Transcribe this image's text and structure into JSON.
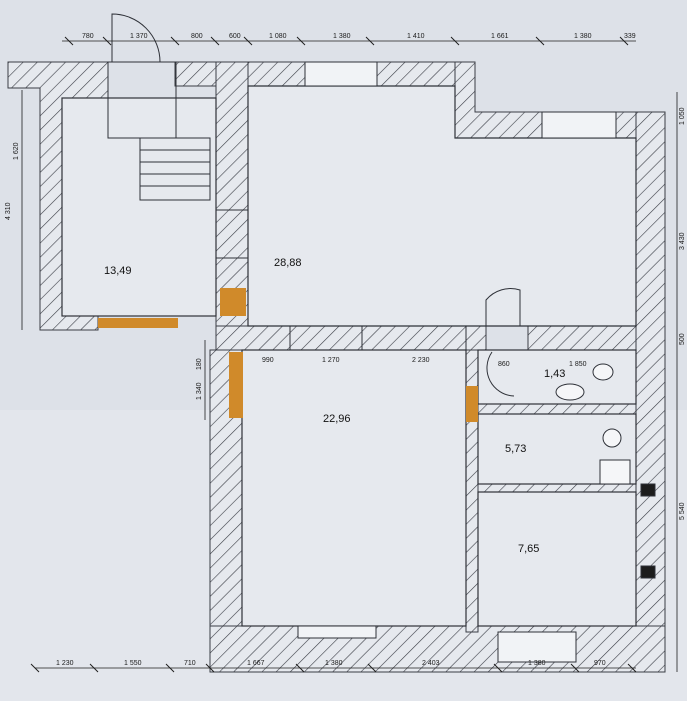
{
  "rooms": [
    {
      "id": "room-a",
      "area": "13,49"
    },
    {
      "id": "room-b",
      "area": "28,88"
    },
    {
      "id": "room-c",
      "area": "22,96"
    },
    {
      "id": "room-d",
      "area": "1,43"
    },
    {
      "id": "room-e",
      "area": "5,73"
    },
    {
      "id": "room-f",
      "area": "7,65"
    }
  ],
  "dims_top": [
    "780",
    "1 370",
    "800",
    "600",
    "1 080",
    "1 380",
    "1 410",
    "1 661",
    "1 380",
    "339"
  ],
  "dims_bottom": [
    "1 230",
    "1 550",
    "710",
    "1 667",
    "1 380",
    "2 403",
    "1 380",
    "970"
  ],
  "dims_left": [
    "1 620",
    "4 310",
    "180",
    "1 340"
  ],
  "dims_right": [
    "1 050",
    "3 430",
    "500",
    "5 540"
  ],
  "dims_inner": [
    "990",
    "1 270",
    "2 230",
    "860",
    "1 850"
  ],
  "colors": {
    "wall": "#3a3d45",
    "accent_opening": "#d08a2a",
    "paper": "#dde1e8",
    "paper_light": "#e8ebf0"
  }
}
